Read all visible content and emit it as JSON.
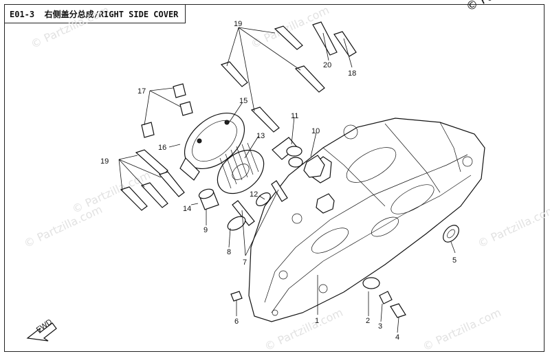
{
  "title": "E01-3  右侧盖分总成/RIGHT SIDE COVER",
  "copyright": "© Partzilla.com",
  "watermark": "© Partzilla.com",
  "fwd_label": "FWD",
  "callouts": [
    "1",
    "2",
    "3",
    "4",
    "5",
    "6",
    "7",
    "8",
    "9",
    "10",
    "11",
    "12",
    "13",
    "14",
    "15",
    "16",
    "17",
    "18",
    "19",
    "19",
    "20"
  ]
}
